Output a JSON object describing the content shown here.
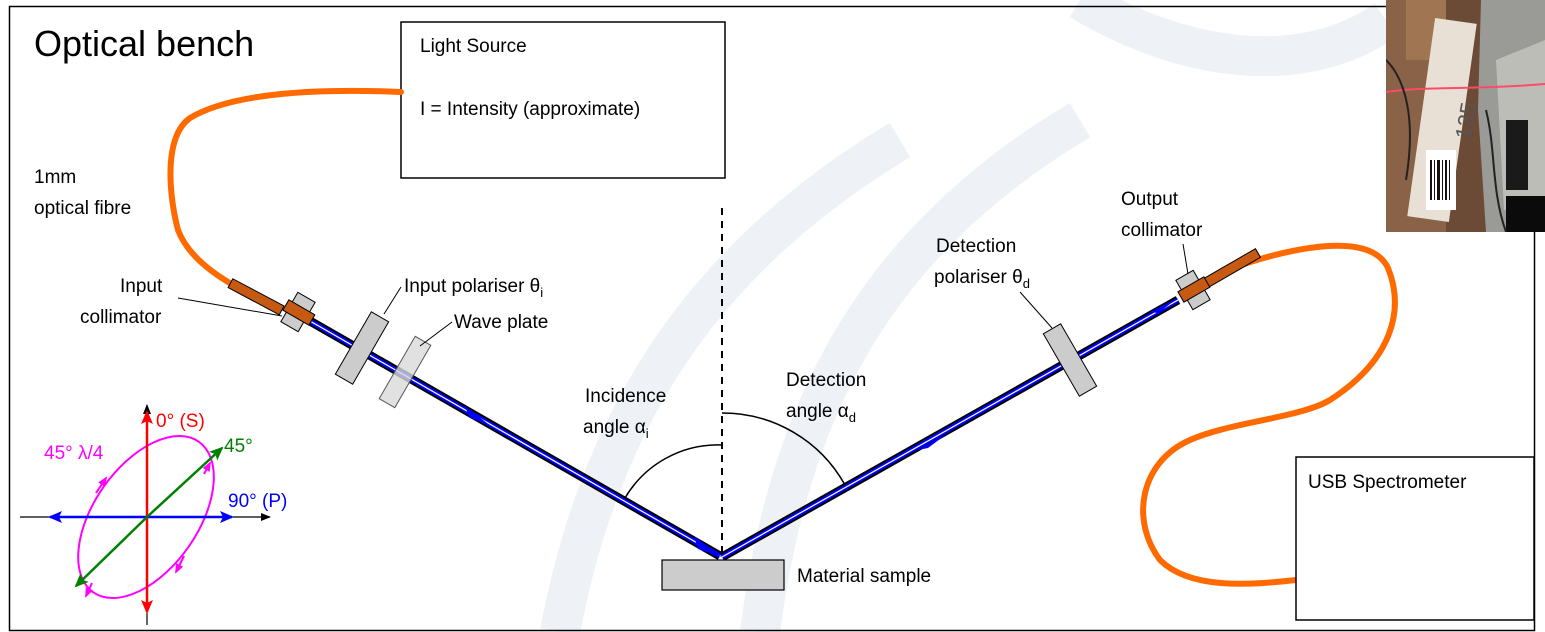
{
  "title": "Optical bench",
  "light_source": {
    "label": "Light Source",
    "intensity": "I = Intensity (approximate)"
  },
  "fibre": {
    "line1": "1mm",
    "line2": "optical fibre"
  },
  "input_collimator": {
    "line1": "Input",
    "line2": "collimator"
  },
  "input_polariser": {
    "text": "Input polariser θ",
    "sub": "i"
  },
  "wave_plate": "Wave plate",
  "incidence_angle": {
    "line1": "Incidence",
    "line2": "angle α",
    "sub": "i"
  },
  "detection_angle": {
    "line1": "Detection",
    "line2": "angle α",
    "sub": "d"
  },
  "detection_polariser": {
    "line1": "Detection",
    "line2": "polariser θ",
    "sub": "d"
  },
  "output_collimator": {
    "line1": "Output",
    "line2": "collimator"
  },
  "material_sample": "Material sample",
  "spectrometer": "USB Spectrometer",
  "polarisation_legend": {
    "s": "0° (S)",
    "diag": "45°",
    "quarter_wave": "45° λ/4",
    "p": "90° (P)"
  },
  "colors": {
    "fibre": "#ff6a00",
    "collimator": "#c65a12",
    "beam": "#0000ff",
    "s_pol": "#ff0000",
    "diag_pol": "#008000",
    "quarter_wave_pol": "#ff00ff",
    "p_pol": "#0000ff",
    "optic_grey": "#cccccc",
    "watermark": "#eef2f7"
  },
  "icons": {
    "photo": "photo-of-bench-icon"
  }
}
